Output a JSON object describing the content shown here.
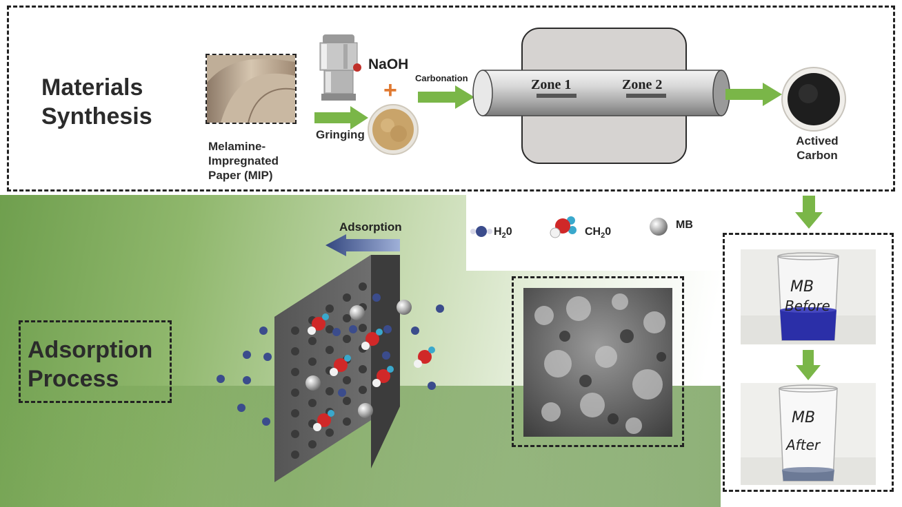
{
  "synthesis": {
    "title_line1": "Materials",
    "title_line2": "Synthesis",
    "mip_label_line1": "Melamine-",
    "mip_label_line2": "Impregnated",
    "mip_label_line3": "Paper (MIP)",
    "naoh_label": "NaOH",
    "grinding_label": "Gringing",
    "carbonation_label": "Carbonation",
    "zone1_label": "Zone 1",
    "zone2_label": "Zone 2",
    "product_label_line1": "Actived",
    "product_label_line2": "Carbon"
  },
  "adsorption": {
    "title_line1": "Adsorption",
    "title_line2": "Process",
    "arrow_label": "Adsorption",
    "legend": [
      {
        "key": "h2o",
        "label": "H",
        "sub": "2",
        "suffix": "0"
      },
      {
        "key": "ch2o",
        "label": "CH",
        "sub": "2",
        "suffix": "0"
      },
      {
        "key": "mb",
        "label": "MB",
        "sub": "",
        "suffix": ""
      }
    ]
  },
  "beakers": {
    "before_text_line1": "MB",
    "before_text_line2": "Before",
    "after_text_line1": "MB",
    "after_text_line2": "After"
  },
  "colors": {
    "arrow_green": "#7ab648",
    "dash_border": "#222222",
    "blue_arrow": "#4a5e9a",
    "solution_blue": "#2b2fa8"
  }
}
